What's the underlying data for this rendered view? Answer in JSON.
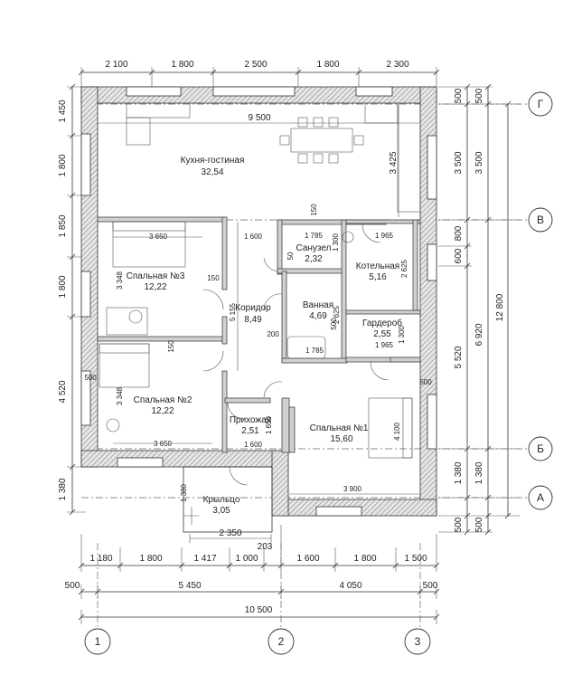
{
  "dimensions": {
    "top": [
      "2 100",
      "1 800",
      "2 500",
      "1 800",
      "2 300"
    ],
    "left": [
      "1 450",
      "1 800",
      "1 850",
      "1 800",
      "4 520",
      "1 380"
    ],
    "right_inner": [
      "500",
      "3 500",
      "800",
      "600",
      "5 520",
      "1 380",
      "500"
    ],
    "right_outer": [
      "500",
      "3 500",
      "6 920",
      "1 380",
      "500"
    ],
    "right_total": "12 800",
    "bottom_row1": [
      "1 180",
      "1 800",
      "1 417",
      "1 000",
      "1 600",
      "1 800",
      "1 500"
    ],
    "bottom_row1_extra": "203",
    "bottom_row2": [
      "500",
      "5 450",
      "4 050",
      "500"
    ],
    "bottom_total": "10 500",
    "inner": {
      "kitchen_width": "9 500",
      "kitchen_depth": "3 425",
      "dim_150_a": "150",
      "bed3_width": "3 650",
      "bed3_depth": "3 348",
      "bed3_150": "150",
      "corridor_1600": "1 600",
      "corridor_5155": "5 155",
      "bath_top_width": "1 785",
      "bath_1300": "1 300",
      "bath_50": "50",
      "bath_200": "200",
      "bath_2625": "2 625",
      "bath_500": "500",
      "bath_bottom_width": "1 785",
      "boiler_width": "1 965",
      "boiler_depth": "2 625",
      "ward_1300": "1 300",
      "ward_width": "1 965",
      "bed1_500": "500",
      "bed1_depth": "4 100",
      "bed1_width": "3 900",
      "bed2_500": "500",
      "bed2_150": "150",
      "bed2_depth": "3 348",
      "bed2_width": "3 650",
      "hall_1650": "1 650",
      "hall_1600": "1 600",
      "porch_1380": "1 380",
      "porch_width": "2 350"
    }
  },
  "axes": {
    "horizontal": [
      "Г",
      "В",
      "Б",
      "А"
    ],
    "vertical": [
      "1",
      "2",
      "3"
    ]
  },
  "rooms": [
    {
      "name": "Кухня-гостиная",
      "area": "32,54"
    },
    {
      "name": "Спальная №3",
      "area": "12,22"
    },
    {
      "name": "Санузел",
      "area": "2,32"
    },
    {
      "name": "Котельная",
      "area": "5,16"
    },
    {
      "name": "Коридор",
      "area": "8,49"
    },
    {
      "name": "Ванная",
      "area": "4,69"
    },
    {
      "name": "Гардероб",
      "area": "2,55"
    },
    {
      "name": "Спальная №2",
      "area": "12,22"
    },
    {
      "name": "Прихожая",
      "area": "2,51"
    },
    {
      "name": "Спальная №1",
      "area": "15,60"
    },
    {
      "name": "Крыльцо",
      "area": "3,05"
    }
  ]
}
